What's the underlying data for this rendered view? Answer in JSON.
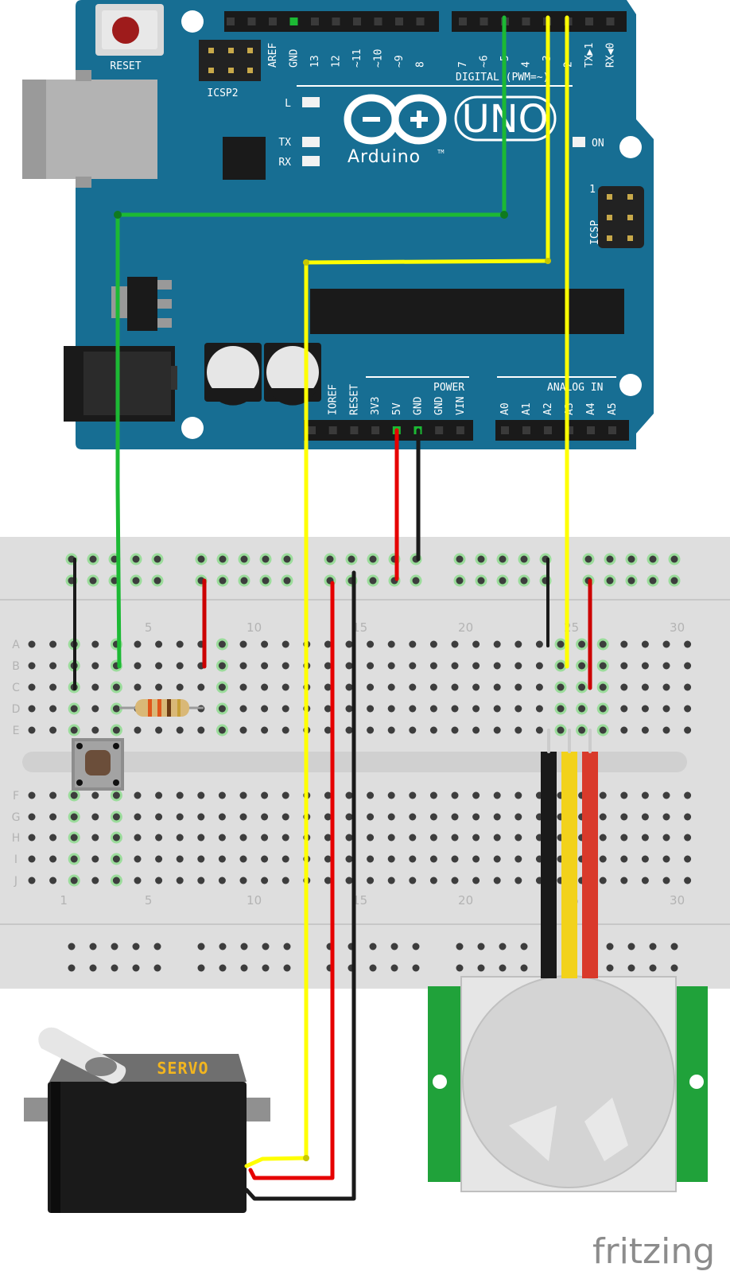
{
  "arduino": {
    "reset_label": "RESET",
    "icsp2_label": "ICSP2",
    "icsp_label": "ICSP",
    "icsp_pin1": "1",
    "led_l": "L",
    "led_tx": "TX",
    "led_rx": "RX",
    "led_on": "ON",
    "logo_text": "Arduino",
    "trademark": "TM",
    "model": "UNO",
    "digital_label": "DIGITAL (PWM=~)",
    "power_label": "POWER",
    "analog_label": "ANALOG IN",
    "digital_pins": [
      "AREF",
      "GND",
      "13",
      "12",
      "~11",
      "~10",
      "~9",
      "8",
      "7",
      "~6",
      "~5",
      "4",
      "~3",
      "2",
      "TX▶1",
      "RX◀0"
    ],
    "power_pins": [
      "IOREF",
      "RESET",
      "3V3",
      "5V",
      "GND",
      "GND",
      "VIN"
    ],
    "analog_pins": [
      "A0",
      "A1",
      "A2",
      "A3",
      "A4",
      "A5"
    ]
  },
  "breadboard": {
    "column_numbers": [
      "1",
      "5",
      "10",
      "15",
      "20",
      "25",
      "30"
    ],
    "row_letters_top": [
      "A",
      "B",
      "C",
      "D",
      "E"
    ],
    "row_letters_bottom": [
      "F",
      "G",
      "H",
      "I",
      "J"
    ]
  },
  "servo": {
    "label": "SERVO"
  },
  "brand": {
    "text": "fritzing"
  },
  "colors": {
    "board": "#176e93",
    "wire_green": "#1cb934",
    "wire_yellow": "#ffff00",
    "wire_red": "#e60000",
    "wire_black": "#1a1a1a",
    "pir_pcb": "#20a23a"
  }
}
